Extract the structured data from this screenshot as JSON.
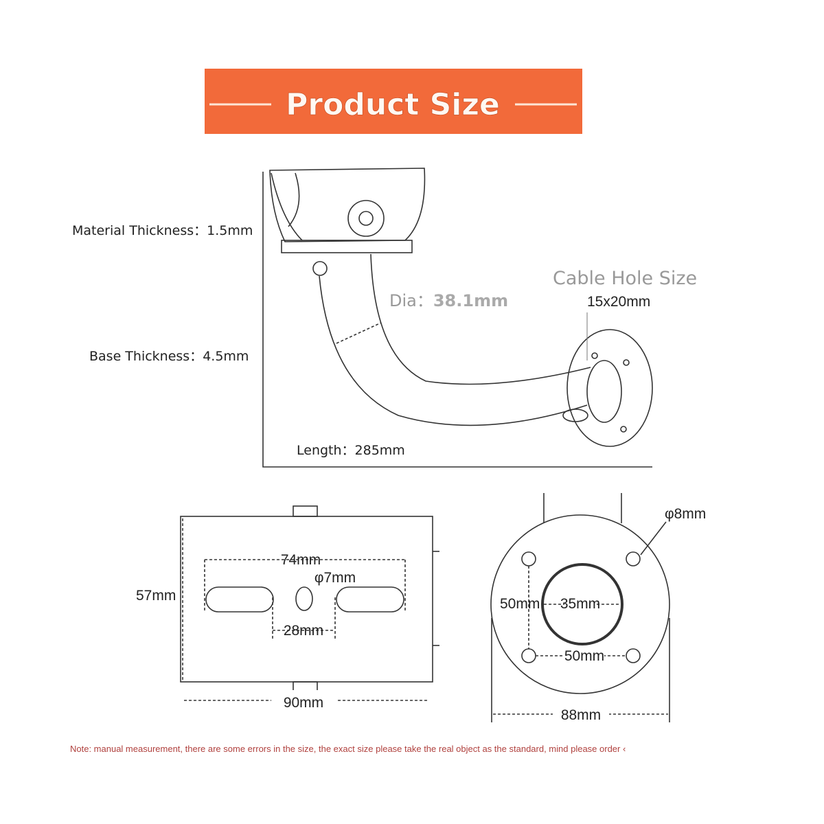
{
  "banner": {
    "title": "Product Size",
    "color": "#f26a3a"
  },
  "side_view": {
    "material_thickness": "Material Thickness：1.5mm",
    "base_thickness": "Base Thickness：4.5mm",
    "dia_label": "Dia：",
    "dia_value": "38.1mm",
    "cable_hole_title": "Cable Hole Size",
    "cable_hole_value": "15x20mm",
    "length": "Length：285mm"
  },
  "base_plate": {
    "slot_span": "74mm",
    "hole_dia": "φ7mm",
    "height": "57mm",
    "slot_gap": "28mm",
    "width": "90mm"
  },
  "flange": {
    "hole_dia": "φ8mm",
    "vertical_spacing": "50mm",
    "center_hole": "35mm",
    "horizontal_spacing": "50mm",
    "diameter": "88mm"
  },
  "note": "Note: manual measurement, there are some errors in the size, the exact size please take the real object as the standard, mind please order ‹"
}
